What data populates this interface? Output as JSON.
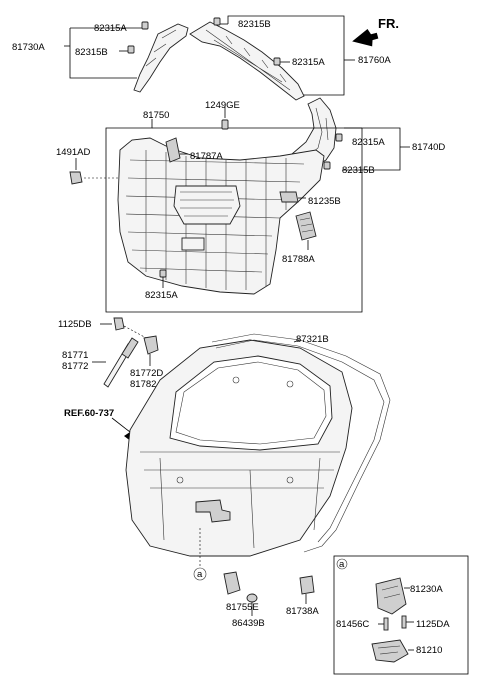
{
  "direction_label": "FR.",
  "reference": "REF.60-737",
  "labels": {
    "l82315A_a": "82315A",
    "l81730A": "81730A",
    "l82315B_a": "82315B",
    "l82315B_b": "82315B",
    "l82315A_b": "82315A",
    "l81760A": "81760A",
    "l81750": "81750",
    "l1249GE": "1249GE",
    "l1491AD": "1491AD",
    "l81787A": "81787A",
    "l82315A_c": "82315A",
    "l81740D": "81740D",
    "l82315B_c": "82315B",
    "l81235B": "81235B",
    "l81788A": "81788A",
    "l82315A_d": "82315A",
    "l1125DB": "1125DB",
    "l87321B": "87321B",
    "l81771": "81771",
    "l81772": "81772",
    "l81772D": "81772D",
    "l81782": "81782",
    "l81755E": "81755E",
    "l86439B": "86439B",
    "l81738A": "81738A",
    "l81230A": "81230A",
    "l81456C": "81456C",
    "l1125DA": "1125DA",
    "l81210": "81210"
  },
  "callout_letter": "a",
  "colors": {
    "line": "#000000",
    "part_fill": "#f4f4f4",
    "part_dark": "#cfcfcf"
  }
}
